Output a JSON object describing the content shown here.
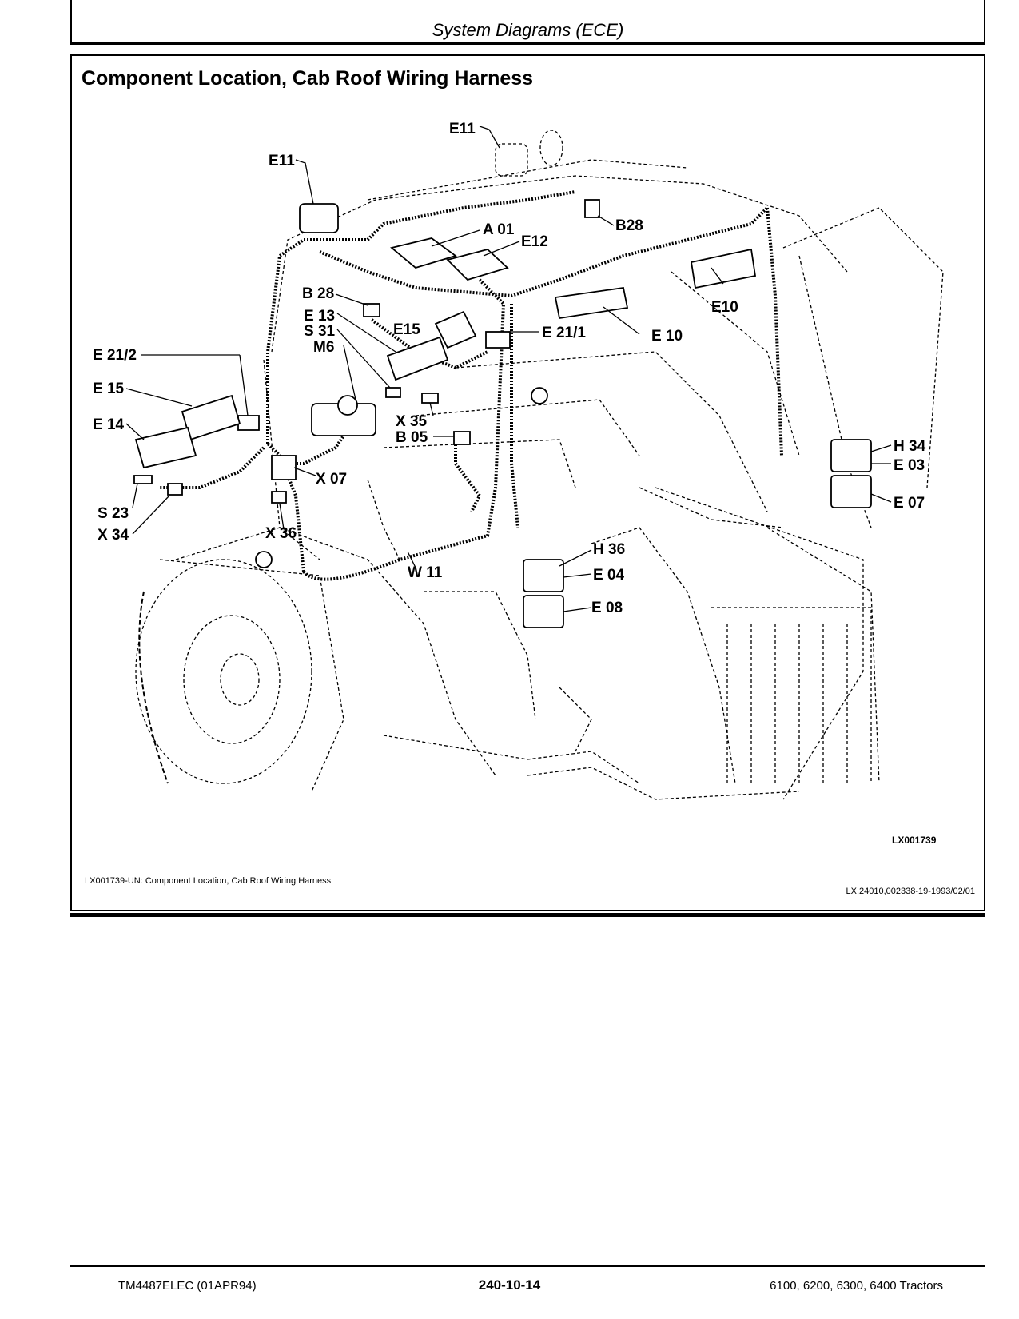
{
  "header": {
    "section_title": "System Diagrams (ECE)"
  },
  "page": {
    "heading": "Component Location, Cab Roof Wiring Harness"
  },
  "figure": {
    "code": "LX001739",
    "caption": "LX001739-UN: Component Location, Cab Roof Wiring Harness",
    "reference_id": "LX,24010,002338-19-1993/02/01",
    "labels": {
      "E11_top": "E11",
      "E11_left": "E11",
      "B28_right": "B28",
      "A01": "A 01",
      "E12": "E12",
      "B28_left": "B 28",
      "E13": "E 13",
      "S31": "S 31",
      "M6": "M6",
      "E15_center": "E15",
      "E21_1": "E 21/1",
      "E10_right": "E10",
      "E10_center": "E 10",
      "E21_2": "E 21/2",
      "E15_left": "E 15",
      "E14": "E 14",
      "X35": "X 35",
      "B05": "B 05",
      "X07": "X 07",
      "S23": "S 23",
      "X34": "X 34",
      "X36": "X 36",
      "W11": "W 11",
      "H34": "H 34",
      "E03": "E 03",
      "E07": "E 07",
      "H36": "H 36",
      "E04": "E 04",
      "E08": "E 08"
    }
  },
  "footer": {
    "manual_id": "TM4487ELEC (01APR94)",
    "page_number": "240-10-14",
    "models": "6100, 6200, 6300, 6400 Tractors"
  }
}
